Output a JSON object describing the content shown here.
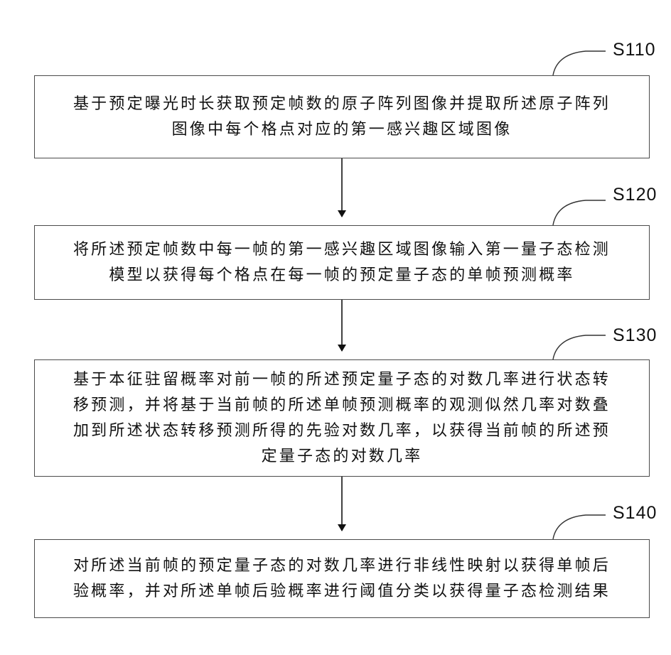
{
  "steps": [
    {
      "id": "S110",
      "lines": [
        "基于预定曝光时长获取预定帧数的原子阵列图像并提取所述原子阵列",
        "图像中每个格点对应的第一感兴趣区域图像"
      ]
    },
    {
      "id": "S120",
      "lines": [
        "将所述预定帧数中每一帧的第一感兴趣区域图像输入第一量子态检测",
        "模型以获得每个格点在每一帧的预定量子态的单帧预测概率"
      ]
    },
    {
      "id": "S130",
      "lines": [
        "基于本征驻留概率对前一帧的所述预定量子态的对数几率进行状态转",
        "移预测，并将基于当前帧的所述单帧预测概率的观测似然几率对数叠",
        "加到所述状态转移预测所得的先验对数几率，以获得当前帧的所述预",
        "定量子态的对数几率"
      ]
    },
    {
      "id": "S140",
      "lines": [
        "对所述当前帧的预定量子态的对数几率进行非线性映射以获得单帧后",
        "验概率，并对所述单帧后验概率进行阈值分类以获得量子态检测结果"
      ]
    }
  ]
}
